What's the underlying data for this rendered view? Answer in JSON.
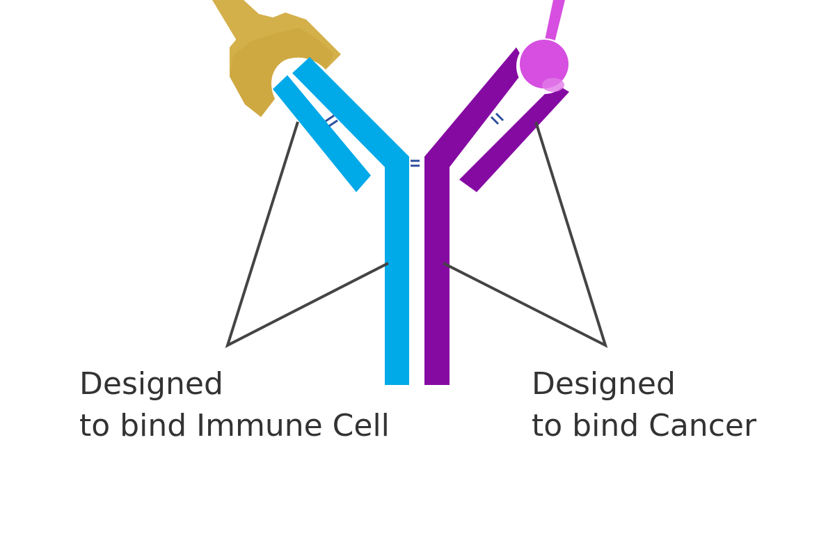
{
  "labels": {
    "left": {
      "line1": "Designed",
      "line2": "to bind Immune Cell"
    },
    "right": {
      "line1": "Designed",
      "line2": "to bind Cancer"
    }
  },
  "colors": {
    "immune_arm": "#00a9e8",
    "cancer_arm": "#850aa2",
    "immune_cell": "#d4b04a",
    "cancer_antigen": "#d64fe0",
    "disulfide_bond": "#2c4f9e",
    "leader_line": "#444444",
    "text": "#333333"
  }
}
